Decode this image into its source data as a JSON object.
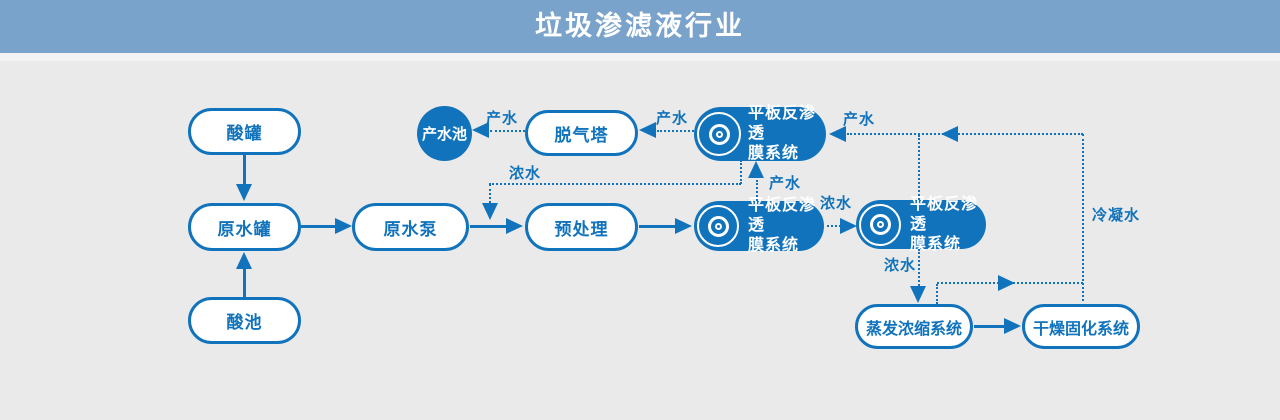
{
  "header": {
    "title": "垃圾渗滤液行业"
  },
  "colors": {
    "accent": "#1173BC",
    "header_bg": "#7AA3CC",
    "page_bg": "#EAEAEA",
    "strip": "#F3F3F3"
  },
  "nodes": {
    "acid_tank": {
      "label": "酸罐"
    },
    "raw_water_tank": {
      "label": "原水罐"
    },
    "acid_pool": {
      "label": "酸池"
    },
    "raw_water_pump": {
      "label": "原水泵"
    },
    "pretreatment": {
      "label": "预处理"
    },
    "product_water_pool": {
      "label": "产水池"
    },
    "degassing_tower": {
      "label": "脱气塔"
    },
    "ro_top": {
      "line1": "平板反渗透",
      "line2": "膜系统"
    },
    "ro_mid": {
      "line1": "平板反渗透",
      "line2": "膜系统"
    },
    "ro_right": {
      "line1": "平板反渗透",
      "line2": "膜系统"
    },
    "evaporation": {
      "label": "蒸发浓缩系统"
    },
    "drying": {
      "label": "干燥固化系统"
    }
  },
  "edge_labels": {
    "pw_tower_to_pool": "产水",
    "pw_ro_top_to_tower": "产水",
    "pw_feed_to_ro_top": "产水",
    "pw_ro_mid_to_ro_top": "产水",
    "conc_return": "浓水",
    "conc_ro_mid_to_ro_right": "浓水",
    "conc_ro_right_down": "浓水",
    "condensate": "冷凝水"
  }
}
